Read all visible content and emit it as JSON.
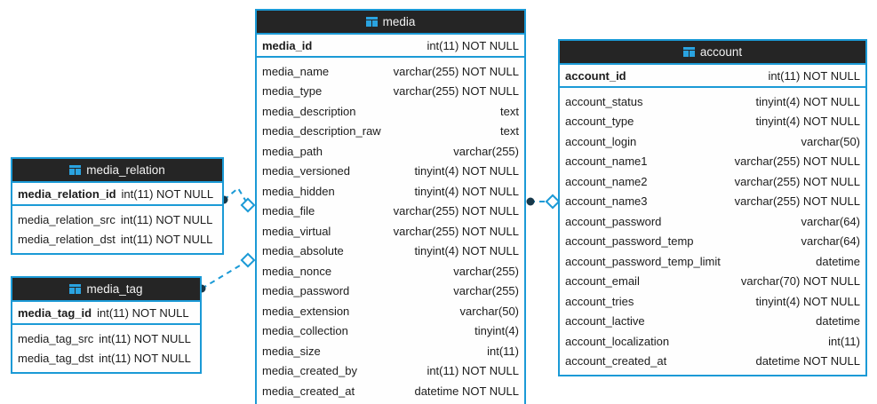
{
  "diagram": {
    "title": "database-er-diagram",
    "background_color": "#ffffff",
    "accent_color": "#1b9ad6",
    "header_color": "#252525",
    "icon_name": "table-icon"
  },
  "entities": {
    "media": {
      "name": "media",
      "primary_key": {
        "name": "media_id",
        "type": "int(11) NOT NULL"
      },
      "columns": [
        {
          "name": "media_name",
          "type": "varchar(255) NOT NULL"
        },
        {
          "name": "media_type",
          "type": "varchar(255) NOT NULL"
        },
        {
          "name": "media_description",
          "type": "text"
        },
        {
          "name": "media_description_raw",
          "type": "text"
        },
        {
          "name": "media_path",
          "type": "varchar(255)"
        },
        {
          "name": "media_versioned",
          "type": "tinyint(4) NOT NULL"
        },
        {
          "name": "media_hidden",
          "type": "tinyint(4) NOT NULL"
        },
        {
          "name": "media_file",
          "type": "varchar(255) NOT NULL"
        },
        {
          "name": "media_virtual",
          "type": "varchar(255) NOT NULL"
        },
        {
          "name": "media_absolute",
          "type": "tinyint(4) NOT NULL"
        },
        {
          "name": "media_nonce",
          "type": "varchar(255)"
        },
        {
          "name": "media_password",
          "type": "varchar(255)"
        },
        {
          "name": "media_extension",
          "type": "varchar(50)"
        },
        {
          "name": "media_collection",
          "type": "tinyint(4)"
        },
        {
          "name": "media_size",
          "type": "int(11)"
        },
        {
          "name": "media_created_by",
          "type": "int(11) NOT NULL"
        },
        {
          "name": "media_created_at",
          "type": "datetime NOT NULL"
        }
      ]
    },
    "account": {
      "name": "account",
      "primary_key": {
        "name": "account_id",
        "type": "int(11) NOT NULL"
      },
      "columns": [
        {
          "name": "account_status",
          "type": "tinyint(4) NOT NULL"
        },
        {
          "name": "account_type",
          "type": "tinyint(4) NOT NULL"
        },
        {
          "name": "account_login",
          "type": "varchar(50)"
        },
        {
          "name": "account_name1",
          "type": "varchar(255) NOT NULL"
        },
        {
          "name": "account_name2",
          "type": "varchar(255) NOT NULL"
        },
        {
          "name": "account_name3",
          "type": "varchar(255) NOT NULL"
        },
        {
          "name": "account_password",
          "type": "varchar(64)"
        },
        {
          "name": "account_password_temp",
          "type": "varchar(64)"
        },
        {
          "name": "account_password_temp_limit",
          "type": "datetime"
        },
        {
          "name": "account_email",
          "type": "varchar(70) NOT NULL"
        },
        {
          "name": "account_tries",
          "type": "tinyint(4) NOT NULL"
        },
        {
          "name": "account_lactive",
          "type": "datetime"
        },
        {
          "name": "account_localization",
          "type": "int(11)"
        },
        {
          "name": "account_created_at",
          "type": "datetime NOT NULL"
        }
      ]
    },
    "media_relation": {
      "name": "media_relation",
      "primary_key": {
        "name": "media_relation_id",
        "type": "int(11) NOT NULL"
      },
      "columns": [
        {
          "name": "media_relation_src",
          "type": "int(11) NOT NULL"
        },
        {
          "name": "media_relation_dst",
          "type": "int(11) NOT NULL"
        }
      ]
    },
    "media_tag": {
      "name": "media_tag",
      "primary_key": {
        "name": "media_tag_id",
        "type": "int(11) NOT NULL"
      },
      "columns": [
        {
          "name": "media_tag_src",
          "type": "int(11) NOT NULL"
        },
        {
          "name": "media_tag_dst",
          "type": "int(11) NOT NULL"
        }
      ]
    }
  },
  "relationships": [
    {
      "from": "media_relation",
      "to": "media",
      "style": "dashed",
      "from_marker": "filled-circle",
      "to_marker": "open-diamond"
    },
    {
      "from": "media_tag",
      "to": "media",
      "style": "dashed",
      "from_marker": "filled-circle",
      "to_marker": "open-diamond"
    },
    {
      "from": "media",
      "to": "account",
      "style": "dashed",
      "from_marker": "filled-circle",
      "to_marker": "open-diamond"
    }
  ]
}
